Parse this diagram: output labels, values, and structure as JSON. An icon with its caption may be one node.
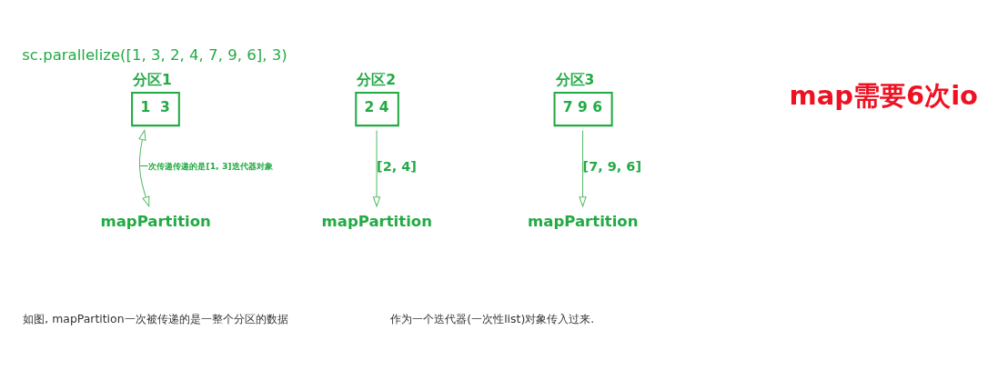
{
  "diagram": {
    "title": "sc.parallelize([1, 3, 2, 4, 7, 9, 6], 3)",
    "nodes": [
      {
        "text": [
          "分区1",
          "1  3"
        ]
      },
      {
        "text": [
          "分区2",
          "2 4"
        ]
      },
      {
        "text": [
          "分区3",
          "7 9 6"
        ]
      },
      {
        "text": [
          "mapPartition"
        ]
      },
      {
        "text": [
          "mapPartition"
        ]
      },
      {
        "text": [
          "mapPartition"
        ]
      }
    ],
    "edges": [
      {
        "from": 0,
        "to": 3,
        "arrow": "both",
        "label": "一次传递传递的是[1, 3]迭代器对象"
      },
      {
        "from": 1,
        "to": 4,
        "arrow": "to",
        "label": "[2, 4]"
      },
      {
        "from": 2,
        "to": 5,
        "arrow": "to",
        "label": "[7, 9, 6]"
      }
    ],
    "labels": [
      "map需要6次io",
      "如图, mapPartition一次被传递的是一整个分区的数据",
      "作为一个迭代器(一次性list)对象传入过来."
    ]
  }
}
